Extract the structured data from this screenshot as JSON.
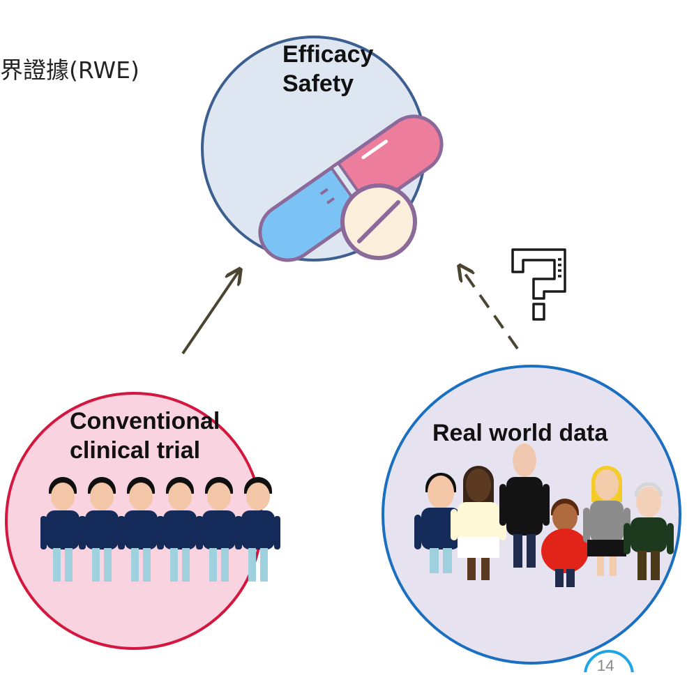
{
  "slide": {
    "title_fragment": "界證據(RWE)",
    "page_number": "14"
  },
  "nodes": {
    "outcome": {
      "label": "Efficacy\nSafety",
      "fill": "#dde6f1",
      "stroke": "#3d5f8f"
    },
    "trial": {
      "label": "Conventional\nclinical trial",
      "fill": "#f9d3df",
      "stroke": "#d3173f"
    },
    "rwd": {
      "label": "Real world data",
      "fill": "#e6e2ef",
      "stroke": "#1b6fc0"
    }
  },
  "edges": [
    {
      "from": "trial",
      "to": "outcome",
      "style": "solid",
      "color": "#4a4530"
    },
    {
      "from": "rwd",
      "to": "outcome",
      "style": "dashed",
      "color": "#4a4530",
      "annotation": "question-mark"
    }
  ],
  "colors": {
    "capsule_pink": "#ec7d9c",
    "capsule_blue": "#7cc3f5",
    "pill_cream": "#fbeedb",
    "pill_outline": "#8b6a9a",
    "shirt_navy": "#142b5a",
    "pants_lightblue": "#9fd0dd",
    "page_badge": "#1ea5e6"
  }
}
